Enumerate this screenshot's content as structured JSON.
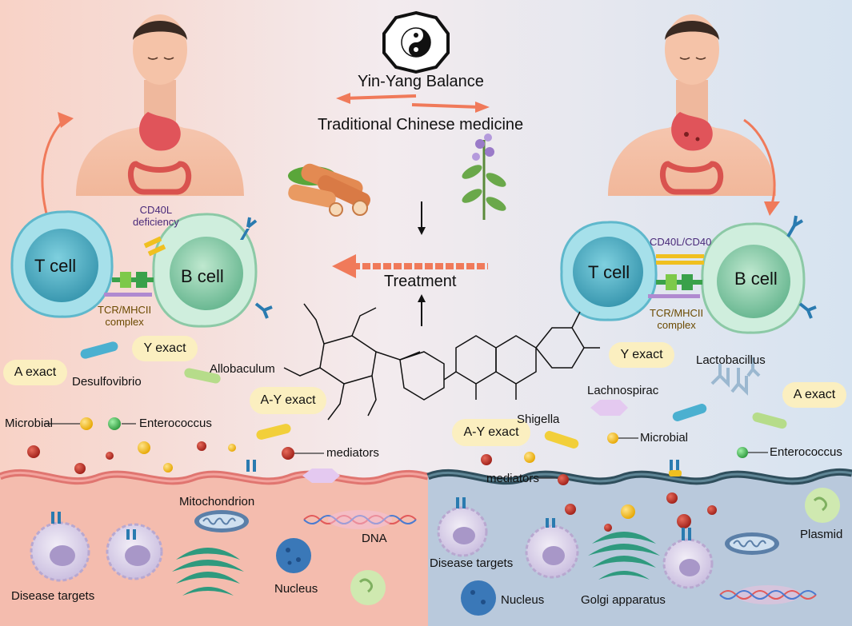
{
  "header": {
    "yin_yang": "Yin-Yang Balance",
    "tcm": "Traditional Chinese medicine",
    "treatment": "Treatment"
  },
  "left": {
    "t_cell": "T cell",
    "b_cell": "B cell",
    "cd40l": "CD40L\ndeficiency",
    "tcr": "TCR/MHCII\ncomplex",
    "a_exact": "A exact",
    "y_exact": "Y exact",
    "ay_exact": "A-Y exact",
    "desulfovibrio": "Desulfovibrio",
    "allobaculum": "Allobaculum",
    "microbial": "Microbial",
    "enterococcus": "Enterococcus",
    "mediators": "mediators",
    "mitochondrion": "Mitochondrion",
    "dna": "DNA",
    "disease_targets": "Disease targets",
    "nucleus": "Nucleus"
  },
  "right": {
    "t_cell": "T cell",
    "b_cell": "B cell",
    "cd40": "CD40L/CD40",
    "tcr": "TCR/MHCII\ncomplex",
    "y_exact": "Y exact",
    "a_exact": "A exact",
    "ay_exact": "A-Y exact",
    "lactobacillus": "Lactobacillus",
    "lachnospirac": "Lachnospirac",
    "shigella": "Shigella",
    "microbial": "Microbial",
    "enterococcus": "Enterococcus",
    "mediators": "mediators",
    "plasmid": "Plasmid",
    "disease_targets": "Disease targets",
    "nucleus": "Nucleus",
    "golgi": "Golgi apparatus"
  },
  "colors": {
    "left_bg": "#f7c9bd",
    "right_bg": "#cfd9e6",
    "arrow": "#f07a5a",
    "pill": "#fbefc0",
    "membrane_left": "#e77e7c",
    "membrane_right": "#3f5f6e"
  }
}
